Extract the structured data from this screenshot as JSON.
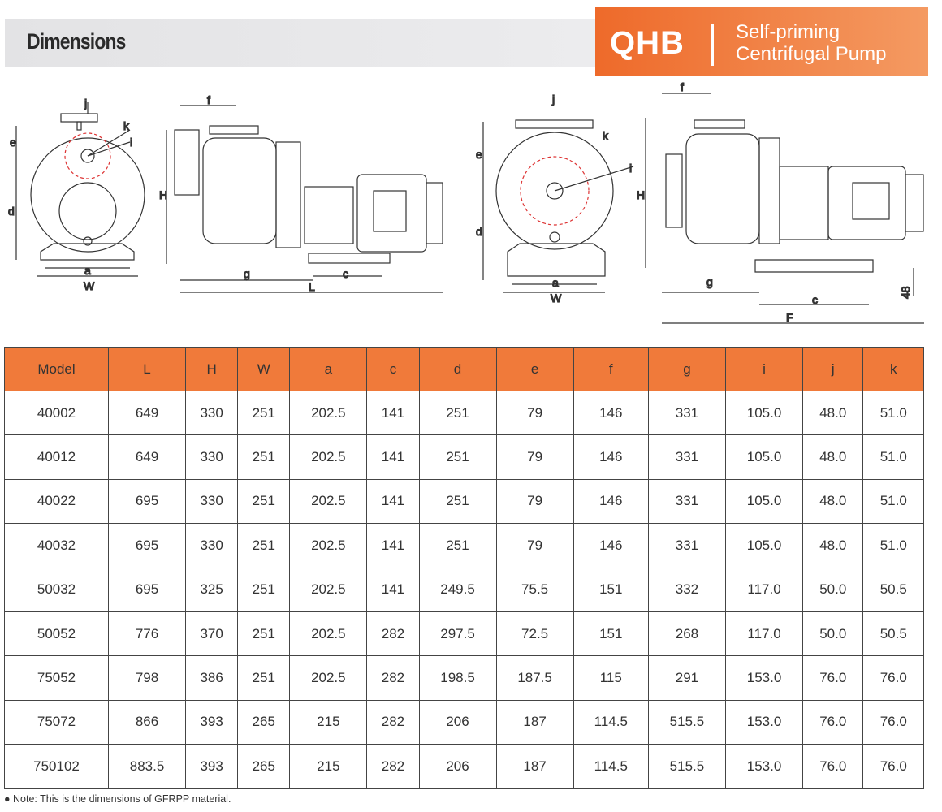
{
  "header": {
    "title": "Dimensions",
    "brand_code": "QHB",
    "brand_line1": "Self-priming",
    "brand_line2": "Centrifugal Pump"
  },
  "drawing_labels": {
    "f": "f",
    "j": "j",
    "k": "k",
    "i": "i",
    "e": "e",
    "d": "d",
    "H": "H",
    "a": "a",
    "W": "W",
    "g": "g",
    "L": "L",
    "c": "c",
    "F": "F",
    "base_height": "48"
  },
  "table": {
    "headers": [
      "Model",
      "L",
      "H",
      "W",
      "a",
      "c",
      "d",
      "e",
      "f",
      "g",
      "i",
      "j",
      "k"
    ],
    "rows": [
      [
        "40002",
        "649",
        "330",
        "251",
        "202.5",
        "141",
        "251",
        "79",
        "146",
        "331",
        "105.0",
        "48.0",
        "51.0"
      ],
      [
        "40012",
        "649",
        "330",
        "251",
        "202.5",
        "141",
        "251",
        "79",
        "146",
        "331",
        "105.0",
        "48.0",
        "51.0"
      ],
      [
        "40022",
        "695",
        "330",
        "251",
        "202.5",
        "141",
        "251",
        "79",
        "146",
        "331",
        "105.0",
        "48.0",
        "51.0"
      ],
      [
        "40032",
        "695",
        "330",
        "251",
        "202.5",
        "141",
        "251",
        "79",
        "146",
        "331",
        "105.0",
        "48.0",
        "51.0"
      ],
      [
        "50032",
        "695",
        "325",
        "251",
        "202.5",
        "141",
        "249.5",
        "75.5",
        "151",
        "332",
        "117.0",
        "50.0",
        "50.5"
      ],
      [
        "50052",
        "776",
        "370",
        "251",
        "202.5",
        "282",
        "297.5",
        "72.5",
        "151",
        "268",
        "117.0",
        "50.0",
        "50.5"
      ],
      [
        "75052",
        "798",
        "386",
        "251",
        "202.5",
        "282",
        "198.5",
        "187.5",
        "115",
        "291",
        "153.0",
        "76.0",
        "76.0"
      ],
      [
        "75072",
        "866",
        "393",
        "265",
        "215",
        "282",
        "206",
        "187",
        "114.5",
        "515.5",
        "153.0",
        "76.0",
        "76.0"
      ],
      [
        "750102",
        "883.5",
        "393",
        "265",
        "215",
        "282",
        "206",
        "187",
        "114.5",
        "515.5",
        "153.0",
        "76.0",
        "76.0"
      ]
    ]
  },
  "note": "● Note: This is the dimensions of GFRPP material."
}
